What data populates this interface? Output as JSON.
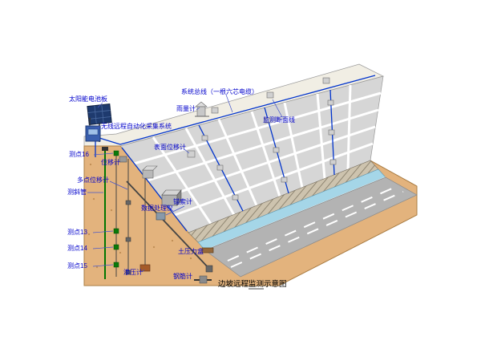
{
  "diagram": {
    "caption": "边坡远程监测示意图",
    "labels": {
      "solar_panel": "太阳能电池板",
      "system_bus": "系统总线（一根六芯电缆）",
      "rain_gauge": "雨量计",
      "section_line": "监测断面线",
      "wireless_system": "无线远程自动化采集系统",
      "surface_displacement": "表面位移计",
      "point_16": "测点16",
      "displacement_meter": "位移计",
      "multipoint_displacement": "多点位移计",
      "inclinometer_tube": "测斜管",
      "data_processor": "数据处理仪",
      "anchor_cable_meter": "锚索计",
      "point_13": "测点13",
      "point_14": "测点14",
      "point_15": "测点15",
      "seepage_meter": "渗压计",
      "earth_pressure_cell": "土压力盒",
      "rebar_meter": "钢筋计"
    },
    "colors": {
      "label_text": "#0000cc",
      "caption_text": "#000000",
      "cable": "#0033cc",
      "slope_face": "#d6d6d6",
      "grid_line": "#ffffff",
      "earth": "#e3b37d",
      "crest_platform": "#f1eee4",
      "road": "#b3b3b3",
      "drainage": "#a5d6e8",
      "toe_masonry": "#cdc3ae",
      "inclinometer": "#007700"
    }
  }
}
